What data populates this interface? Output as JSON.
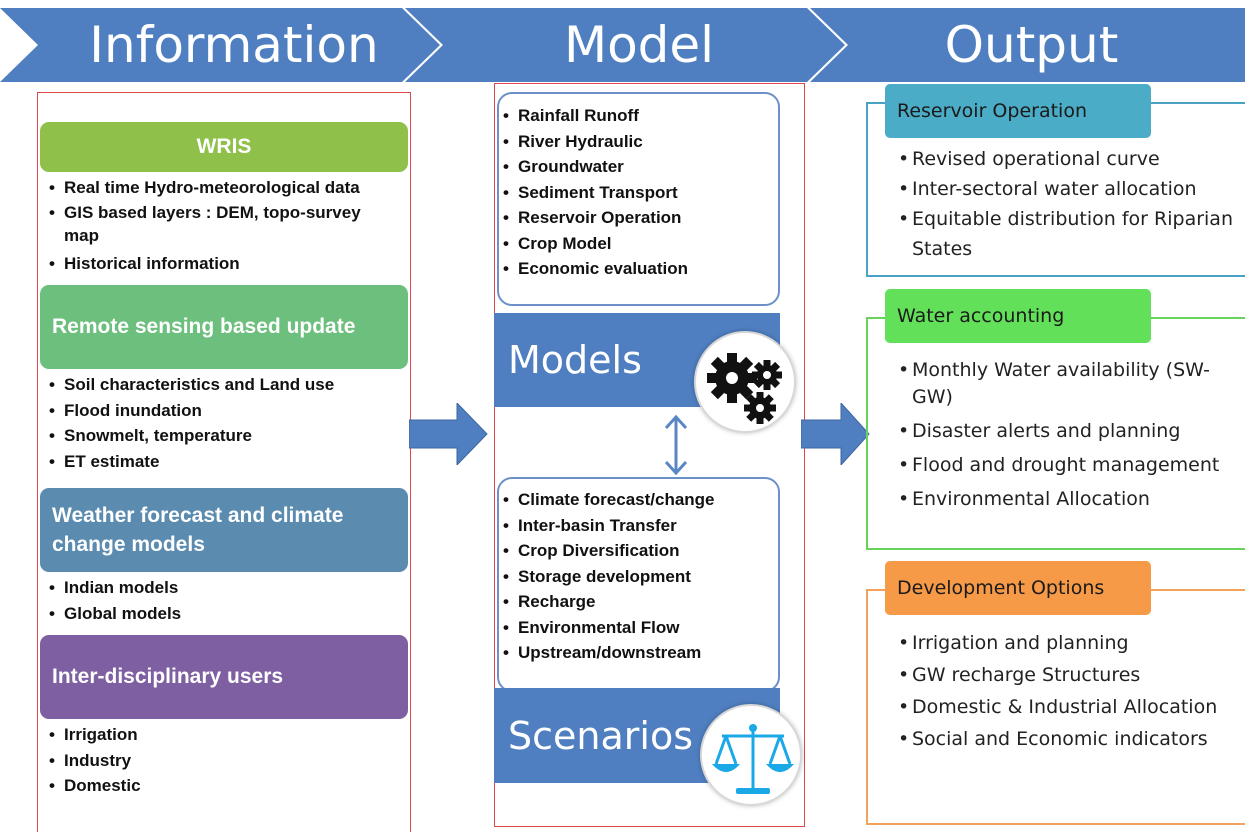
{
  "header": {
    "information": "Information",
    "model": "Model",
    "output": "Output"
  },
  "information": {
    "wris": {
      "title": "WRIS",
      "items": [
        "Real time Hydro-meteorological data",
        "GIS based layers : DEM, topo-survey map",
        "Historical information"
      ]
    },
    "remote_sensing": {
      "title": "Remote sensing based update",
      "items": [
        "Soil characteristics and Land use",
        "Flood inundation",
        "Snowmelt, temperature",
        "ET estimate"
      ]
    },
    "weather": {
      "title": "Weather forecast and climate change models",
      "items": [
        "Indian models",
        "Global models"
      ]
    },
    "users": {
      "title": "Inter-disciplinary users",
      "items": [
        "Irrigation",
        "Industry",
        "Domestic"
      ]
    }
  },
  "model": {
    "model_items": [
      "Rainfall Runoff",
      "River Hydraulic",
      "Groundwater",
      "Sediment Transport",
      "Reservoir Operation",
      "Crop Model",
      "Economic evaluation"
    ],
    "models_label": "Models",
    "scenario_items": [
      "Climate forecast/change",
      "Inter-basin Transfer",
      "Crop Diversification",
      "Storage development",
      "Recharge",
      "Environmental Flow",
      "Upstream/downstream"
    ],
    "scenarios_label": "Scenarios",
    "icons": [
      "gears-icon",
      "balance-scale-icon",
      "double-arrow-icon"
    ]
  },
  "output": {
    "reservoir": {
      "title": "Reservoir Operation",
      "items": [
        "Revised operational curve",
        "Inter-sectoral water allocation",
        "Equitable distribution for Riparian States"
      ]
    },
    "water_accounting": {
      "title": "Water accounting",
      "items": [
        "Monthly Water availability (SW-GW)",
        "Disaster alerts and planning",
        "Flood and  drought management",
        "Environmental Allocation"
      ]
    },
    "development": {
      "title": "Development Options",
      "items": [
        "Irrigation and planning",
        "GW recharge Structures",
        "Domestic & Industrial Allocation",
        "Social and Economic indicators"
      ]
    }
  },
  "colors": {
    "chevron": "#4f7fc0",
    "wris": "#8fc04a",
    "remote_sensing": "#6dbf7e",
    "weather": "#5b8cb0",
    "users": "#7e5fa2",
    "reservoir": "#4aacc6",
    "water_accounting": "#63e05a",
    "development": "#f79a48",
    "frame": "#e0474c"
  }
}
